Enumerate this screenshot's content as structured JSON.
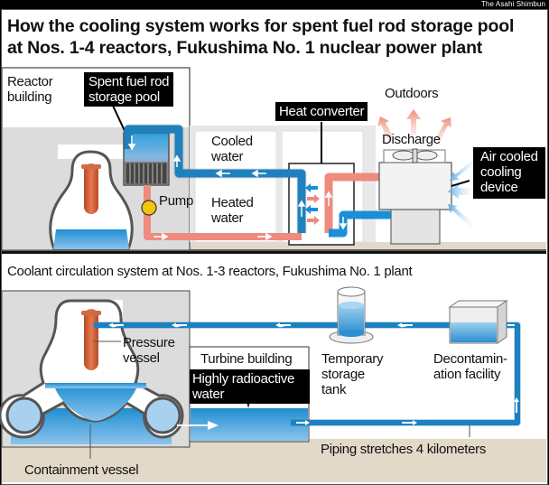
{
  "credit": "The Asahi Shimbun",
  "title": {
    "line1": "How the cooling system works for spent fuel rod storage pool",
    "line2": "at Nos. 1-4 reactors, Fukushima No. 1 nuclear power plant"
  },
  "top_panel": {
    "reactor_building_1": "Reactor",
    "reactor_building_2": "building",
    "pool_label_1": "Spent fuel rod",
    "pool_label_2": "storage pool",
    "pump": "Pump",
    "cooled_1": "Cooled",
    "cooled_2": "water",
    "heated_1": "Heated",
    "heated_2": "water",
    "heat_converter": "Heat converter",
    "outdoors": "Outdoors",
    "discharge": "Discharge",
    "air_cooled_1": "Air cooled",
    "air_cooled_2": "cooling",
    "air_cooled_3": "device"
  },
  "bottom_panel": {
    "subtitle": "Coolant circulation system at Nos. 1-3 reactors, Fukushima No. 1 plant",
    "pressure_1": "Pressure",
    "pressure_2": "vessel",
    "turbine": "Turbine building",
    "radioactive_1": "Highly radioactive",
    "radioactive_2": "water",
    "tank_1": "Temporary",
    "tank_2": "storage",
    "tank_3": "tank",
    "decon_1": "Decontamin-",
    "decon_2": "ation facility",
    "piping": "Piping stretches 4 kilometers",
    "containment": "Containment vessel"
  },
  "colors": {
    "cool_pipe": "#1a8fd6",
    "hot_pipe": "#ee8a7e",
    "rod": "#d8663e",
    "ground": "#e2d9c8",
    "building_gray": "#dcdcdc",
    "pump": "#f2c40a"
  }
}
